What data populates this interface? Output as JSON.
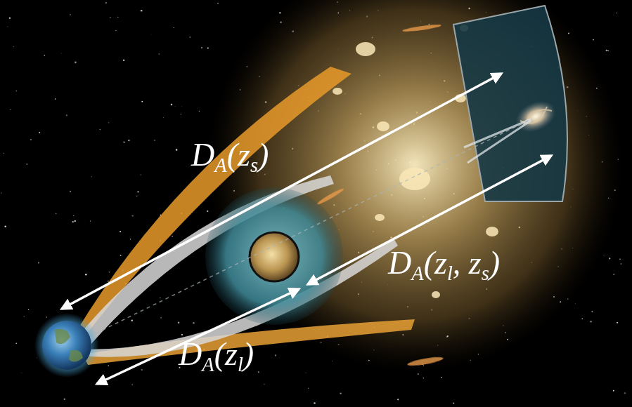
{
  "diagram": {
    "labels": [
      "D",
      "A",
      "(z",
      "s",
      ")",
      "D",
      "A",
      "(z",
      "l",
      ", z",
      "s",
      ")",
      "D",
      "A",
      "(z",
      "l",
      ")"
    ]
  }
}
